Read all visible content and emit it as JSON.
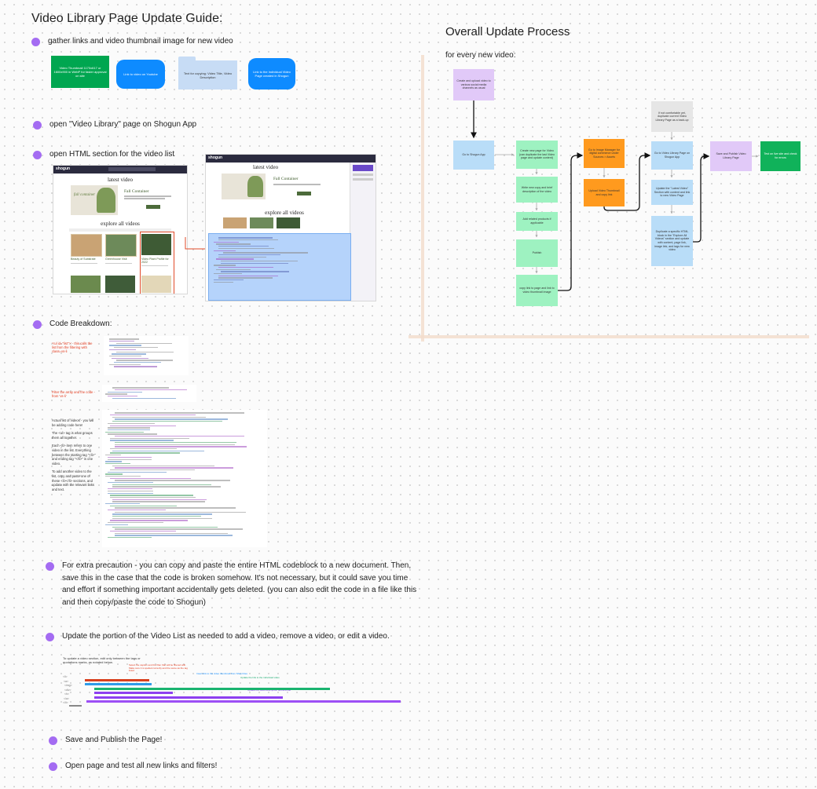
{
  "guide": {
    "title": "Video Library Page Update Guide:",
    "steps": [
      {
        "text": "gather links and video thumbnail image for new video"
      },
      {
        "text": "open \"Video Library\" page on Shogun App"
      },
      {
        "text": "open HTML section for the video list"
      },
      {
        "text": "Code Breakdown:"
      },
      {
        "text": "For extra precaution - you can copy and paste the entire HTML codeblock to a new document. Then, save this in the case that the code is broken somehow. It's not necessary, but it could save you time and effort if something important accidentally gets deleted. (you can also edit the code in a file like this and then copy/paste the code to Shogun)"
      },
      {
        "text": "Update the portion of the Video List as needed to add a video, remove a video, or edit a video."
      },
      {
        "text": "Save and Publish the Page!"
      },
      {
        "text": "Open page and test all new links and filters!"
      }
    ],
    "gather_items": [
      {
        "text": "Video Thumbnail\n1170x617 or 1600x900 in WebP for faster approval on site"
      },
      {
        "text": "Link to video on Youtube"
      },
      {
        "text": "Text for copying: Video Title, Video Description"
      },
      {
        "text": "Link to the Individual Video Page created in Shogun"
      }
    ],
    "screens": {
      "logo": "shogun",
      "latest_video": "latest video",
      "fall_container": "Fall Container",
      "explore": "explore all videos",
      "fall_container_script": "fall container"
    },
    "thumb_cards": [
      {
        "title": "Beauty of Substrate"
      },
      {
        "title": "Greenhouse Visit"
      },
      {
        "title": "Video Plant Profile for 2022"
      }
    ],
    "code_notes": {
      "note1": "'<ul id=\"list\">' - this calls the list from the filtering with class=vs-li",
      "note2": "Filter the array and the code - from 'vs-li'",
      "note3_lines": [
        "Actual list of videos - you will be adding code here!",
        "The <ul> tag is what groups them all together.",
        "Each <li> item refers to one video in the list. Everything between the starting tag \"<li>\" and ending tag \"</li>\" is one video.",
        "To add another video to the list, copy and paste one of these <li></li> sections, and update with the relevant links and text."
      ]
    },
    "update_note": "To update a video section, edit only between the tags or quotations marks, as notated below.",
    "update_annotations": [
      "Select the caption and the filter that will be filtered with. Make sure it is spelled correctly and the same as the tag listed",
      "Insert link to the video thumbnail from Shop Files",
      "Update the link to the individual video",
      "Update the video description text and title"
    ]
  },
  "process": {
    "title": "Overall Update Process",
    "subtitle": "for every new video:",
    "nodes": {
      "create": "Create and upload video to various social media channels as usual",
      "go_shogun": "Go to Shogun App",
      "create_page": "Create new page for Video (can duplicate the last Video page and update content)",
      "write_copy": "Write new copy and brief description of the video",
      "add_related": "Add related products if applicable",
      "publish": "Publish",
      "copy_link": "copy link to page and link to video thumbnail image",
      "image_manager": "Go to Image Manager for digital commerce under Sources > Assets",
      "upload_thumb": "Upload Video Thumbnail and copy link",
      "backup": "If not comfortable yet, duplicate current Video Library Page as a back-up",
      "go_library": "Go to Video Library Page on Shogun App",
      "update_latest": "Update the \"Latest Video\" Section with content and link to new Video Page",
      "duplicate_block": "Duplicate a specific HTML block in the \"Explore All Videos\" section and update with content, page link, image link, and tags for new video",
      "save_publish": "Save and Publish Video Library Page",
      "test": "Test on live site and check for errors"
    }
  }
}
